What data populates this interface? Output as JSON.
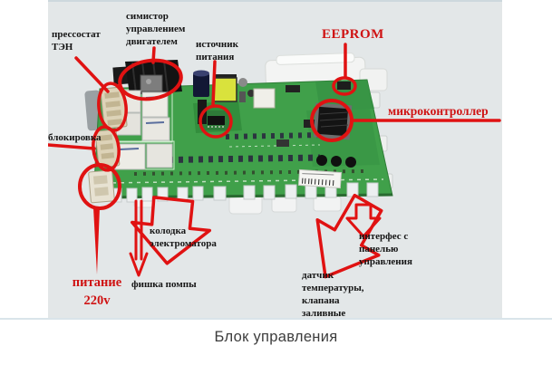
{
  "figure": {
    "caption": "Блок управления",
    "labels": {
      "pressostat": "прессостат\nТЭН",
      "triac": "симистор\nуправлением\nдвигателем",
      "power_source": "источник\nпитания",
      "eeprom": "EEPROM",
      "microcontroller": "микроконтроллер",
      "interlock": "блокировка",
      "motor_block": "колодка\nэлектроматора",
      "pump": "фишка помпы",
      "power220": "питание\n220v",
      "sensors": "датчик\nтемпературы,\nклапана\nзаливные",
      "interface": "интерфес с\nпанелью\nуправления"
    },
    "colors": {
      "annotation_red": "#e01212",
      "label_red": "#cf1212",
      "label_black": "#151515",
      "pcb_green": "#40a04a",
      "photo_background": "#e3e7e8",
      "page_background": "#ffffff"
    }
  }
}
